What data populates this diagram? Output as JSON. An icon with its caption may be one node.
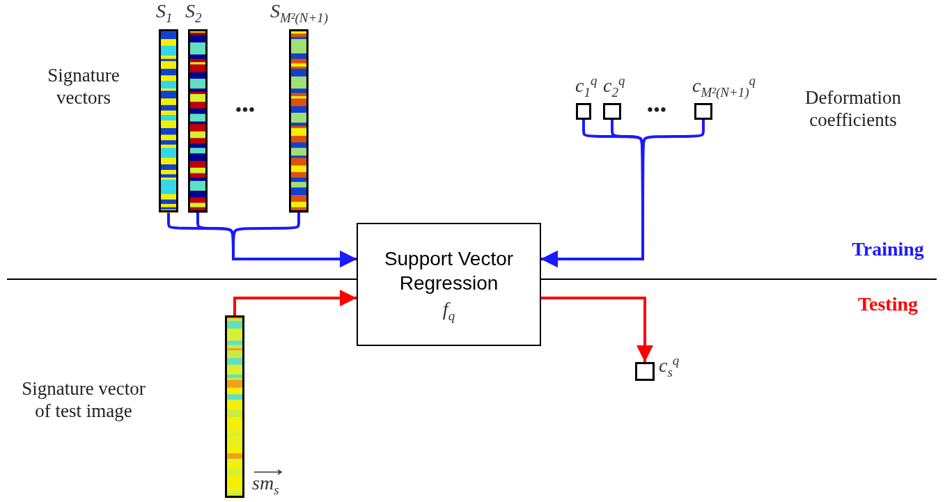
{
  "diagram": {
    "nodes": [
      {
        "text": [
          "S$_{1}$"
        ]
      },
      {
        "text": [
          "S$_{2}$"
        ]
      },
      {
        "text": [
          "S$_{M²(N+1)}$"
        ]
      },
      {
        "text": [
          "c$_{1}$$^{q}$"
        ]
      },
      {
        "text": [
          "c$_{2}$$^{q}$"
        ]
      },
      {
        "text": [
          "c$_{M²(N+1)}$$^{q}$"
        ]
      },
      {
        "text": [
          "Support Vector Regression",
          "f$_{q}$"
        ]
      },
      {
        "text": [
          "sm$_{s}$"
        ]
      },
      {
        "text": [
          "c$_{s}$$^{q}$"
        ]
      }
    ],
    "edges": [
      {
        "from": 0,
        "to": 6,
        "arrow": "to"
      },
      {
        "from": 1,
        "to": 6,
        "arrow": "to"
      },
      {
        "from": 2,
        "to": 6,
        "arrow": "to"
      },
      {
        "from": 3,
        "to": 6,
        "arrow": "to"
      },
      {
        "from": 4,
        "to": 6,
        "arrow": "to"
      },
      {
        "from": 5,
        "to": 6,
        "arrow": "to"
      },
      {
        "from": 7,
        "to": 6,
        "arrow": "to",
        "color": "#ff0000"
      },
      {
        "from": 6,
        "to": 8,
        "arrow": "to",
        "color": "#ff0000"
      }
    ],
    "labels": [
      "Signature vectors",
      "•••",
      "•••",
      "Deformation coefficients",
      "Training",
      "Testing",
      "Signature vector of test image"
    ]
  }
}
